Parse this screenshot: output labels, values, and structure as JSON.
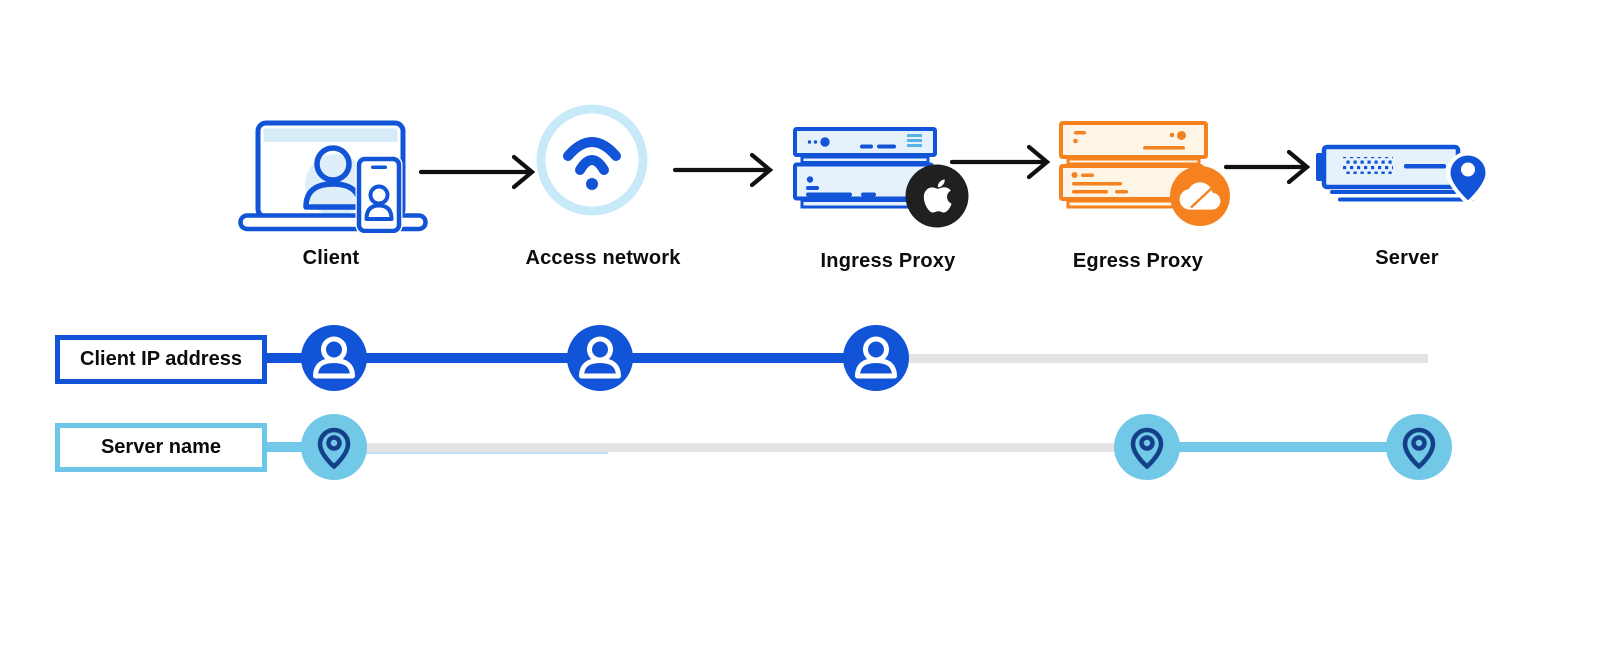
{
  "flow": {
    "stages": [
      {
        "label": "Client",
        "icon": "client-devices-icon"
      },
      {
        "label": "Access network",
        "icon": "wifi-icon"
      },
      {
        "label": "Ingress Proxy",
        "icon": "server-stack-blue-icon",
        "badge": "apple-logo-icon"
      },
      {
        "label": "Egress Proxy",
        "icon": "server-stack-orange-icon",
        "badge": "cloudflare-logo-icon"
      },
      {
        "label": "Server",
        "icon": "server-location-icon"
      }
    ],
    "connector": "arrow-icon"
  },
  "tracks": [
    {
      "label": "Client IP address",
      "marker_icon": "user-icon",
      "marker_stages": [
        "Client",
        "Access network",
        "Ingress Proxy"
      ],
      "active_color": "#1254d8"
    },
    {
      "label": "Server name",
      "marker_icon": "location-pin-icon",
      "marker_stages": [
        "Client",
        "Egress Proxy",
        "Server"
      ],
      "active_color": "#72c8e7"
    }
  ],
  "colors": {
    "royal": "#1254d8",
    "sky": "#72c8e7",
    "sky-border": "#6cc6e7",
    "navy": "#14408a",
    "ring": "#c8e9f8",
    "gray": "#e3e3e3",
    "orange": "#f6821f",
    "orange-fill": "#fef5e6",
    "blue-fill": "#e5f2fb",
    "band": "#d7ecf9",
    "bgcircle": "#dfeffa",
    "hamburger": "#55b4e3",
    "ink": "#0c0c0c",
    "badge-black": "#202020",
    "faint": "#bfe2f3",
    "arrow": "#101010"
  }
}
